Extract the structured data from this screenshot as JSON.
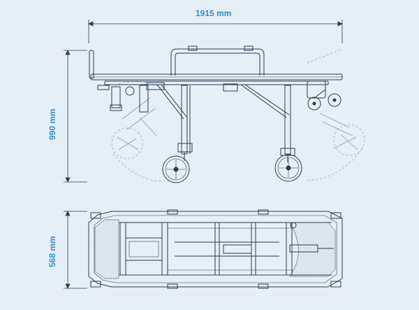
{
  "dimensions": {
    "length": "1915 mm",
    "height": "990 mm",
    "width": "568 mm"
  },
  "colors": {
    "background": "#e6eef6",
    "line": "#2c3e50",
    "dim": "#2f8fd0",
    "ghost": "#7f93a8"
  }
}
